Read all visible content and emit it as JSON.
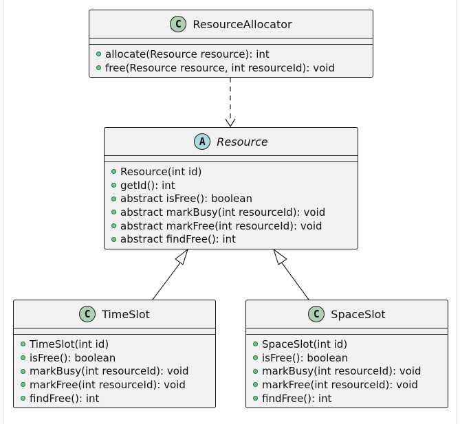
{
  "classes": {
    "resource_allocator": {
      "stereotype": "C",
      "name": "ResourceAllocator",
      "members": [
        "allocate(Resource resource): int",
        "free(Resource resource, int resourceId): void"
      ]
    },
    "resource": {
      "stereotype": "A",
      "name": "Resource",
      "members": [
        "Resource(int id)",
        "getId(): int",
        "abstract isFree(): boolean",
        "abstract markBusy(int resourceId): void",
        "abstract markFree(int resourceId): void",
        "abstract findFree(): int"
      ]
    },
    "time_slot": {
      "stereotype": "C",
      "name": "TimeSlot",
      "members": [
        "TimeSlot(int id)",
        "isFree(): boolean",
        "markBusy(int resourceId): void",
        "markFree(int resourceId): void",
        "findFree(): int"
      ]
    },
    "space_slot": {
      "stereotype": "C",
      "name": "SpaceSlot",
      "members": [
        "SpaceSlot(int id)",
        "isFree(): boolean",
        "markBusy(int resourceId): void",
        "markFree(int resourceId): void",
        "findFree(): int"
      ]
    }
  },
  "relations": [
    {
      "from": "ResourceAllocator",
      "to": "Resource",
      "type": "dependency"
    },
    {
      "from": "TimeSlot",
      "to": "Resource",
      "type": "inheritance"
    },
    {
      "from": "SpaceSlot",
      "to": "Resource",
      "type": "inheritance"
    }
  ],
  "colors": {
    "class_fill": "#f1f1f1",
    "border": "#181818",
    "class_badge": "#add1b2",
    "abstract_badge": "#a9dcdf",
    "public_marker": "#84be84"
  }
}
